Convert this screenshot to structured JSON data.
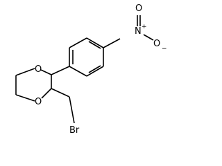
{
  "molecule": {
    "atoms": {
      "o_ring_top": "O",
      "o_ring_bottom": "O",
      "bromine": "Br",
      "nitro_nitrogen": "N",
      "nitro_oxygen_top": "O",
      "nitro_oxygen_right": "O"
    },
    "charges": {
      "nitrogen": "+",
      "oxygen": "−"
    }
  }
}
